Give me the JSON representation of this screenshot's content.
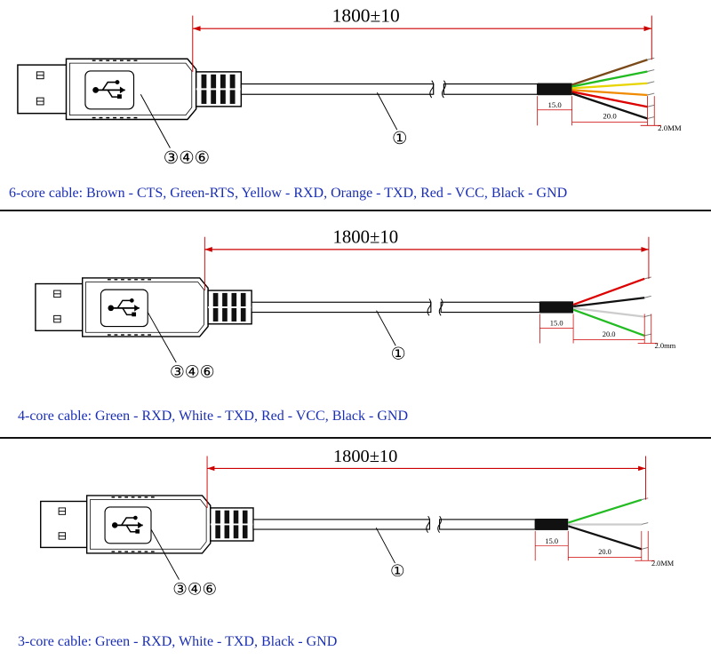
{
  "colors": {
    "caption": "#1a2fb5",
    "dimension": "#cc0000",
    "brown": "#7a4a1a",
    "green": "#22bb22",
    "yellow": "#e8d400",
    "orange": "#f08a00",
    "red": "#dd0000",
    "black": "#111111",
    "white": "#cccccc"
  },
  "panels": [
    {
      "length_label": "1800±10",
      "part_label": "①",
      "parts_label": "③④⑥",
      "dim_jacket": "15.0",
      "dim_strip": "20.0",
      "dim_tip": "2.0MM",
      "caption": "6-core cable: Brown - CTS, Green-RTS, Yellow - RXD, Orange - TXD, Red - VCC, Black - GND",
      "wires": [
        "brown",
        "green",
        "yellow",
        "orange",
        "red",
        "black"
      ]
    },
    {
      "length_label": "1800±10",
      "part_label": "①",
      "parts_label": "③④⑥",
      "dim_jacket": "15.0",
      "dim_strip": "20.0",
      "dim_tip": "2.0mm",
      "caption": "4-core cable: Green - RXD, White - TXD, Red - VCC, Black - GND",
      "wires": [
        "red",
        "black",
        "white",
        "green"
      ]
    },
    {
      "length_label": "1800±10",
      "part_label": "①",
      "parts_label": "③④⑥",
      "dim_jacket": "15.0",
      "dim_strip": "20.0",
      "dim_tip": "2.0MM",
      "caption": "3-core cable: Green - RXD, White - TXD, Black - GND",
      "wires": [
        "green",
        "white",
        "black"
      ]
    }
  ]
}
